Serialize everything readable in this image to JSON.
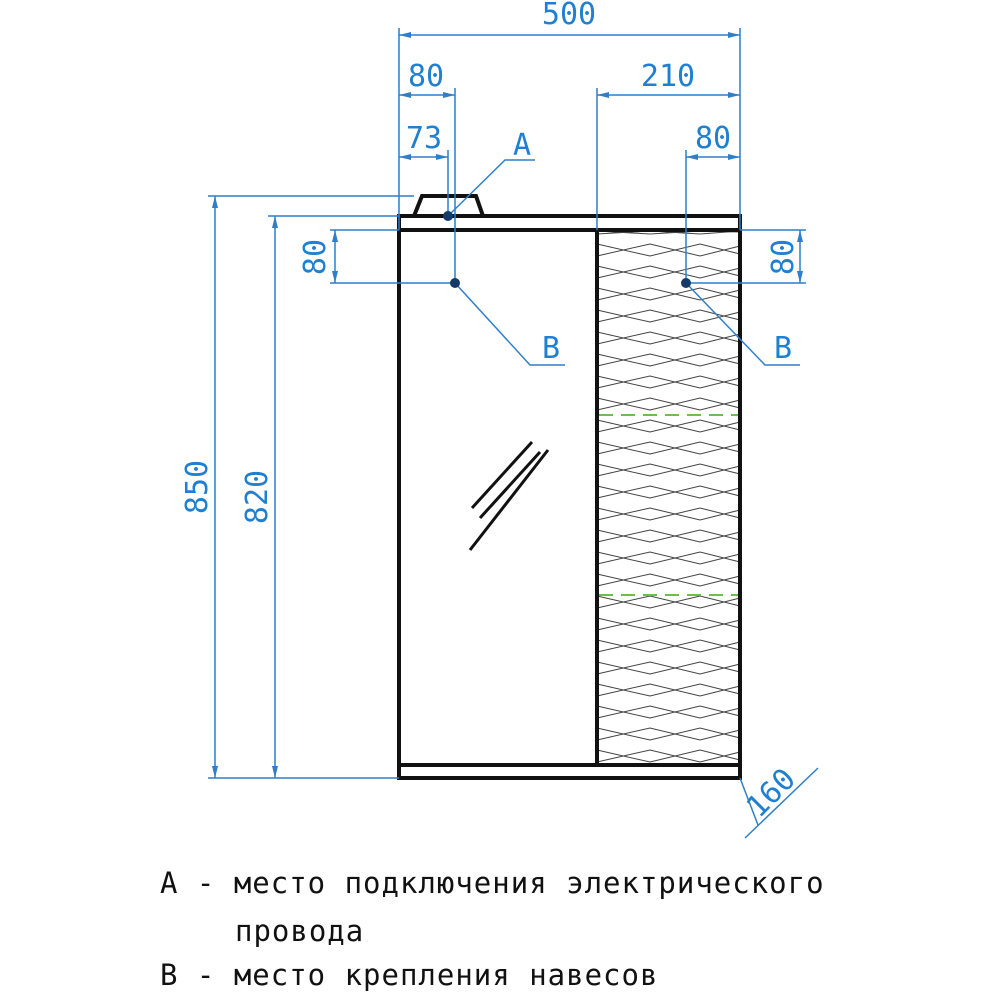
{
  "dimensions": {
    "total_width": "500",
    "left_offset_80": "80",
    "left_offset_73": "73",
    "right_panel_210": "210",
    "right_offset_80": "80",
    "left_vertical_80": "80",
    "right_vertical_80": "80",
    "total_height": "850",
    "body_height": "820",
    "depth": "160"
  },
  "callouts": {
    "a": "A",
    "b_left": "B",
    "b_right": "B"
  },
  "legend": {
    "line1": "А - место подключения электрического",
    "line2": "провода",
    "line3": "В - место крепления навесов"
  },
  "colors": {
    "dimension": "#2f7fc8",
    "outline": "#111111",
    "guide": "#6cc04a"
  }
}
